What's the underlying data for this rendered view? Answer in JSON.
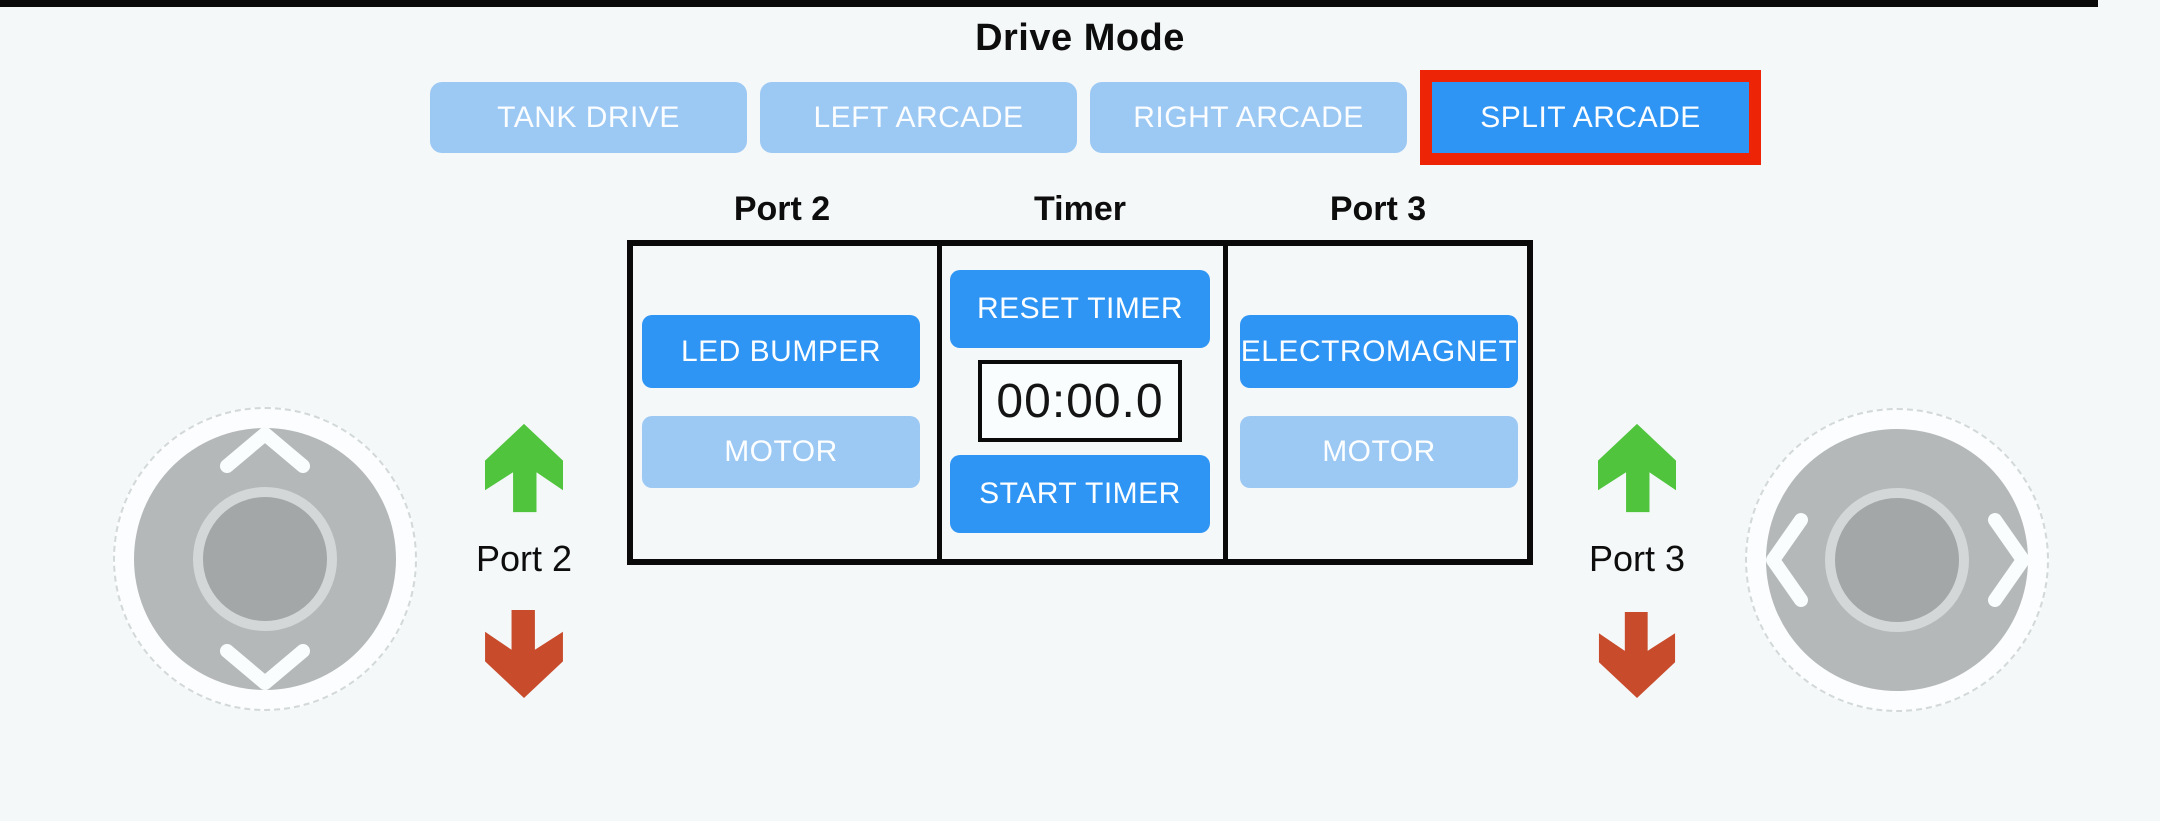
{
  "drive_mode": {
    "title": "Drive Mode",
    "buttons": [
      {
        "label": "TANK DRIVE",
        "selected": false
      },
      {
        "label": "LEFT ARCADE",
        "selected": false
      },
      {
        "label": "RIGHT ARCADE",
        "selected": false
      },
      {
        "label": "SPLIT ARCADE",
        "selected": true
      }
    ]
  },
  "panel": {
    "columns": [
      {
        "header": "Port 2",
        "buttons": [
          {
            "label": "LED BUMPER",
            "active": true
          },
          {
            "label": "MOTOR",
            "active": false
          }
        ]
      },
      {
        "header": "Timer",
        "buttons": [
          {
            "label": "RESET TIMER",
            "active": true
          },
          {
            "label": "START TIMER",
            "active": true
          }
        ],
        "display_value": "00:00.0"
      },
      {
        "header": "Port 3",
        "buttons": [
          {
            "label": "ELECTROMAGNET",
            "active": true
          },
          {
            "label": "MOTOR",
            "active": false
          }
        ]
      }
    ]
  },
  "indicators": [
    {
      "label": "Port 2",
      "up_icon": "green-up-arrow",
      "down_icon": "red-down-arrow"
    },
    {
      "label": "Port 3",
      "up_icon": "green-up-arrow",
      "down_icon": "red-down-arrow"
    }
  ],
  "joysticks": [
    {
      "side": "left",
      "axis": "vertical",
      "icons": [
        "chevron-up",
        "chevron-down"
      ]
    },
    {
      "side": "right",
      "axis": "horizontal",
      "icons": [
        "chevron-left",
        "chevron-right"
      ]
    }
  ],
  "colors": {
    "background": "#f4f8f9",
    "button_active_blue": "#2e95f4",
    "button_inactive_blue": "#9cc8f4",
    "selected_border_red": "#ee2407",
    "arrow_green": "#4fc43c",
    "arrow_red": "#c84b2b",
    "panel_border": "#0a0a0a",
    "joystick_gray": "#b5b8b9"
  }
}
